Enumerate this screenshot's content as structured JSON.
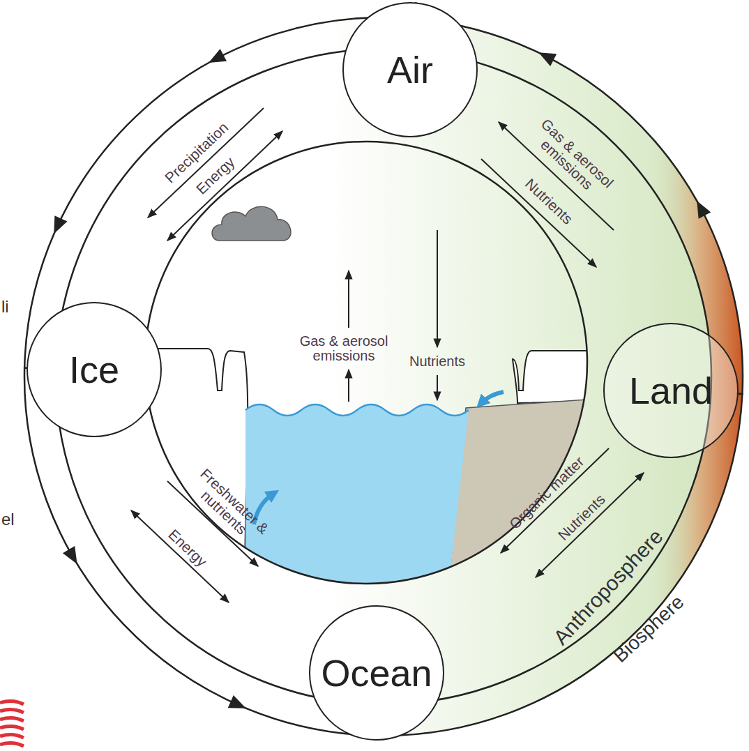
{
  "diagram": {
    "nodes": [
      {
        "text": [
          "Air"
        ]
      },
      {
        "text": [
          "Ice"
        ]
      },
      {
        "text": [
          "Land"
        ]
      },
      {
        "text": [
          "Ocean"
        ]
      }
    ],
    "edges": [
      {
        "from": 0,
        "to": 1,
        "arrow": "to"
      },
      {
        "from": 1,
        "to": 3,
        "arrow": "to"
      },
      {
        "from": 3,
        "to": 2,
        "arrow": "none"
      },
      {
        "from": 2,
        "to": 0,
        "arrow": "to"
      },
      {
        "from": 0,
        "to": 1,
        "label": "Precipitation",
        "arrow": "to"
      },
      {
        "from": 0,
        "to": 1,
        "label": "Energy",
        "arrow": "both"
      },
      {
        "from": 2,
        "to": 0,
        "label": "Gas & aerosol emissions",
        "arrow": "to"
      },
      {
        "from": 0,
        "to": 2,
        "label": "Nutrients",
        "arrow": "to"
      },
      {
        "from": 1,
        "to": 3,
        "label": "Freshwater & nutrients",
        "arrow": "to"
      },
      {
        "from": 1,
        "to": 3,
        "label": "Energy",
        "arrow": "both"
      },
      {
        "from": 2,
        "to": 3,
        "label": "Organic matter",
        "arrow": "to"
      },
      {
        "from": 2,
        "to": 3,
        "label": "Nutrients",
        "arrow": "both"
      }
    ],
    "labels": [
      "Gas & aerosol emissions",
      "Nutrients",
      "Anthroposphere",
      "Biosphere",
      "li",
      "el"
    ]
  }
}
